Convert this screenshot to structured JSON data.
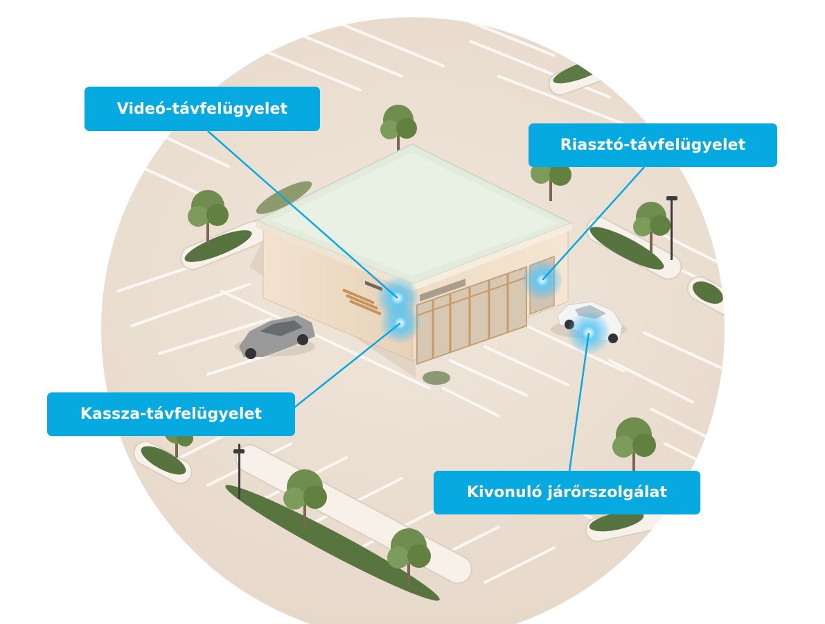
{
  "callouts": {
    "video": "Videó-távfelügyelet",
    "alarm": "Riasztó-távfelügyelet",
    "kassza": "Kassza-távfelügyelet",
    "patrol": "Kivonuló járőrszolgálat"
  },
  "colors": {
    "accent": "#06a9e0",
    "ground": "#ede2d6",
    "roof": "#e6efe2",
    "wall": "#eedcc4",
    "hedge": "#5d7a45",
    "glow": "#37b5f0"
  }
}
